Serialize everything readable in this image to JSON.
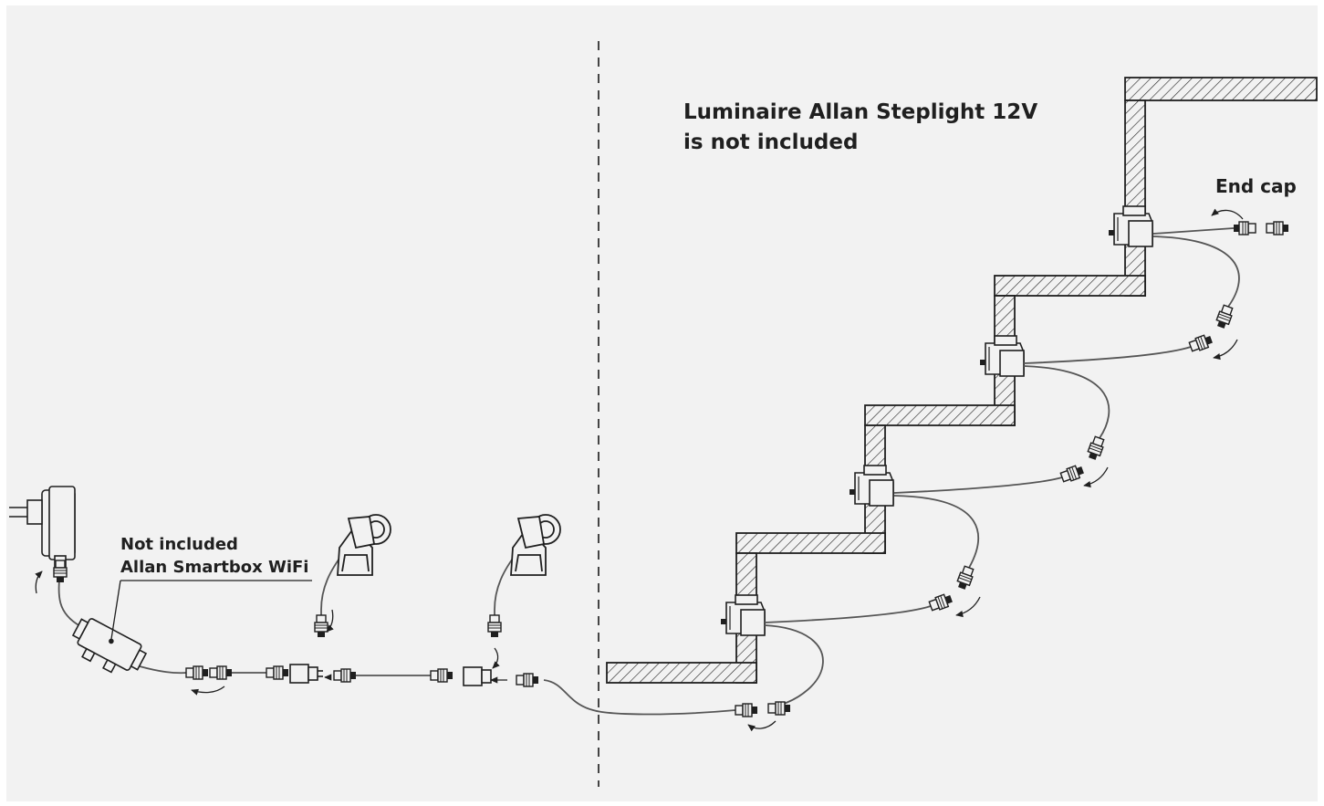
{
  "labels": {
    "luminaire_line1": "Luminaire Allan Steplight 12V",
    "luminaire_line2": "is not included",
    "end_cap": "End cap",
    "smartbox_line1": "Not included",
    "smartbox_line2": "Allan Smartbox WiFi"
  },
  "colors": {
    "background": "#f2f2f2",
    "stroke": "#1f1f1f",
    "cable": "#555555",
    "divider": "#444444"
  }
}
